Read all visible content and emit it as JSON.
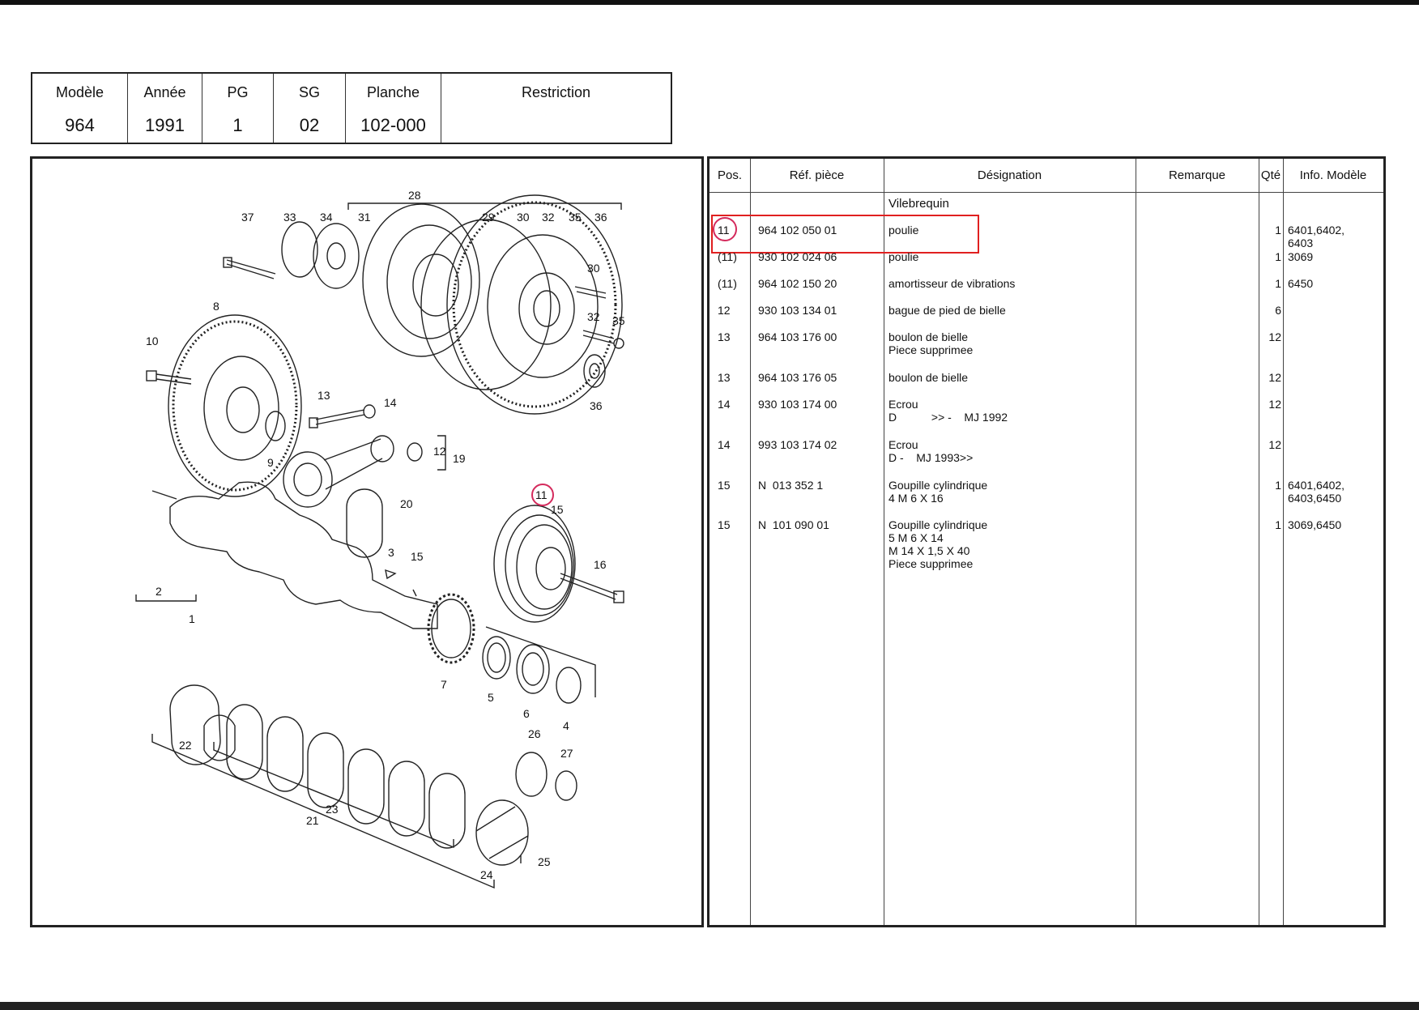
{
  "header": {
    "labels": [
      "Modèle",
      "Année",
      "PG",
      "SG",
      "Planche",
      "Restriction"
    ],
    "values": [
      "964",
      "1991",
      "1",
      "02",
      "102-000",
      ""
    ]
  },
  "parts": {
    "columns": [
      "Pos.",
      "Réf. pièce",
      "Désignation",
      "Remarque",
      "Qté",
      "Info. Modèle"
    ],
    "section_title": "Vilebrequin",
    "rows": [
      {
        "pos": "11",
        "ref": "964 102 050 01",
        "des": [
          "poulie"
        ],
        "rem": "",
        "qty": "1",
        "info": [
          "6401,6402,",
          "6403"
        ],
        "highlighted": true
      },
      {
        "pos": "(11)",
        "ref": "930 102 024 06",
        "des": [
          "poulie"
        ],
        "rem": "",
        "qty": "1",
        "info": [
          "3069"
        ]
      },
      {
        "pos": "(11)",
        "ref": "964 102 150 20",
        "des": [
          "amortisseur de vibrations"
        ],
        "rem": "",
        "qty": "1",
        "info": [
          "6450"
        ]
      },
      {
        "pos": "12",
        "ref": "930 103 134 01",
        "des": [
          "bague de pied de bielle"
        ],
        "rem": "",
        "qty": "6",
        "info": []
      },
      {
        "pos": "13",
        "ref": "964 103 176 00",
        "des": [
          "boulon de bielle",
          "Piece supprimee"
        ],
        "rem": "",
        "qty": "12",
        "info": []
      },
      {
        "pos": "13",
        "ref": "964 103 176 05",
        "des": [
          "boulon de bielle"
        ],
        "rem": "",
        "qty": "12",
        "info": []
      },
      {
        "pos": "14",
        "ref": "930 103 174 00",
        "des": [
          "Ecrou",
          "D           >> -    MJ 1992"
        ],
        "rem": "",
        "qty": "12",
        "info": []
      },
      {
        "pos": "14",
        "ref": "993 103 174 02",
        "des": [
          "Ecrou",
          "D -    MJ 1993>>"
        ],
        "rem": "",
        "qty": "12",
        "info": []
      },
      {
        "pos": "15",
        "ref": "N  013 352 1",
        "des": [
          "Goupille cylindrique",
          "4 M 6 X 16"
        ],
        "rem": "",
        "qty": "1",
        "info": [
          "6401,6402,",
          "6403,6450"
        ]
      },
      {
        "pos": "15",
        "ref": "N  101 090 01",
        "des": [
          "Goupille cylindrique",
          "5 M 6 X 14",
          "M 14 X 1,5 X 40",
          "Piece supprimee"
        ],
        "rem": "",
        "qty": "1",
        "info": [
          "3069,6450"
        ]
      }
    ]
  },
  "drawing": {
    "callouts": [
      "1",
      "2",
      "3",
      "4",
      "5",
      "6",
      "7",
      "8",
      "9",
      "10",
      "11",
      "12",
      "13",
      "14",
      "15",
      "15",
      "16",
      "19",
      "20",
      "21",
      "22",
      "23",
      "24",
      "25",
      "26",
      "27",
      "28",
      "29",
      "30",
      "30",
      "31",
      "32",
      "32",
      "33",
      "34",
      "35",
      "35",
      "36",
      "36",
      "37"
    ]
  },
  "colors": {
    "highlight_ring": "#d42a5c",
    "highlight_box": "#e02020",
    "ink": "#111111"
  }
}
